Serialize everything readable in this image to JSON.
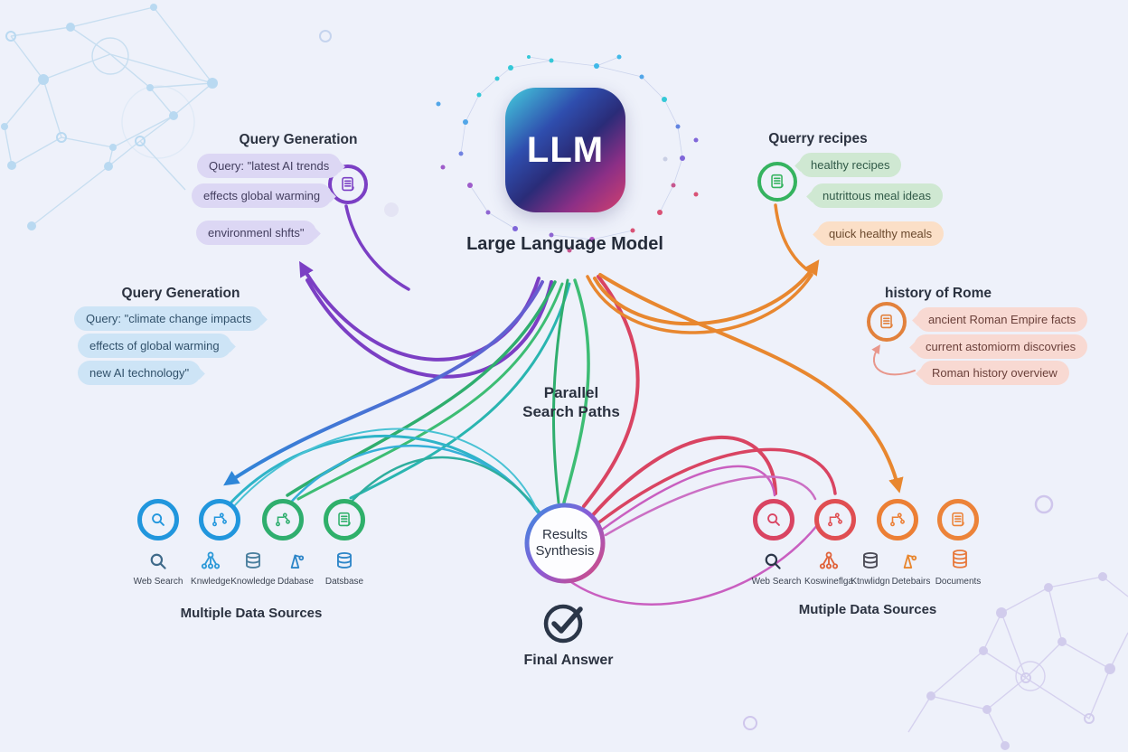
{
  "llm": {
    "label": "LLM",
    "caption": "Large Language Model"
  },
  "center": {
    "parallel_line1": "Parallel",
    "parallel_line2": "Search Paths",
    "synthesis_line1": "Results",
    "synthesis_line2": "Synthesis",
    "final_answer": "Final Answer"
  },
  "groups": {
    "left_top": {
      "heading": "Query Generation",
      "bubbles": [
        "Query: \"latest AI trends",
        "effects global warming",
        "environmenl shfts\""
      ]
    },
    "left_bottom": {
      "heading": "Query Generation",
      "bubbles": [
        "Query: \"climate change impacts",
        "effects of global warming",
        "new AI technology\""
      ]
    },
    "right_top": {
      "heading": "Querry recipes",
      "bubbles": [
        "healthy recipes",
        "nutrittous meal ideas",
        "quick healthy meals"
      ]
    },
    "right_middle": {
      "heading": "history of Rome",
      "bubbles": [
        "ancient Roman Empire facts",
        "current astomiorm discovries",
        "Roman history overview"
      ]
    }
  },
  "sources_left": {
    "labels": [
      "Web Search",
      "Knwledge",
      "Knowledge",
      "Ddabase",
      "Datsbase"
    ],
    "caption": "Multiple Data Sources"
  },
  "sources_right": {
    "labels": [
      "Web Search",
      "Koswineflga",
      "Ktnwlidgn",
      "Detebairs",
      "Documents"
    ],
    "caption": "Mutiple Data Sources"
  },
  "colors": {
    "background": "#eef1fa",
    "purple": "#7b3fc4",
    "blue": "#2e86d8",
    "green": "#2fae6e",
    "teal": "#2ab5c3",
    "orange": "#e8872f",
    "crimson": "#d94462",
    "magenta": "#c95fc0",
    "navy": "#2b3648"
  }
}
